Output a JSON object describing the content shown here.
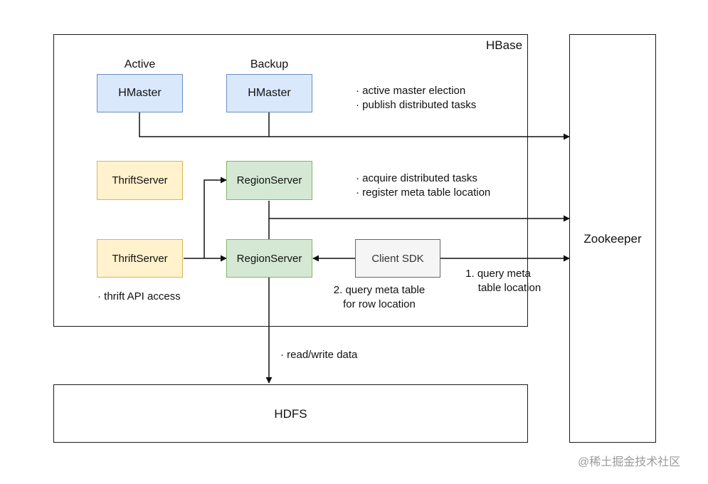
{
  "hbase": {
    "label": "HBase"
  },
  "zookeeper": {
    "label": "Zookeeper"
  },
  "hdfs": {
    "label": "HDFS"
  },
  "masters": {
    "active_caption": "Active",
    "backup_caption": "Backup",
    "active_label": "HMaster",
    "backup_label": "HMaster",
    "notes": [
      "· active master election",
      "· publish distributed tasks"
    ]
  },
  "thrift": {
    "top_label": "ThriftServer",
    "bottom_label": "ThriftServer",
    "note": "· thrift API access"
  },
  "region": {
    "top_label": "RegionServer",
    "bottom_label": "RegionServer",
    "notes": [
      "· acquire distributed tasks",
      "· register meta table location"
    ]
  },
  "client": {
    "label": "Client SDK"
  },
  "edges": {
    "query_meta_location": [
      "1. query meta",
      "table location"
    ],
    "query_row_location": [
      "2. query meta table",
      "for row location"
    ],
    "read_write": "· read/write data"
  },
  "watermark": "@稀土掘金技术社区",
  "colors": {
    "hmaster_fill": "#dae8fc",
    "thrift_fill": "#fff2cc",
    "region_fill": "#d5e8d4",
    "client_fill": "#f5f5f5"
  }
}
